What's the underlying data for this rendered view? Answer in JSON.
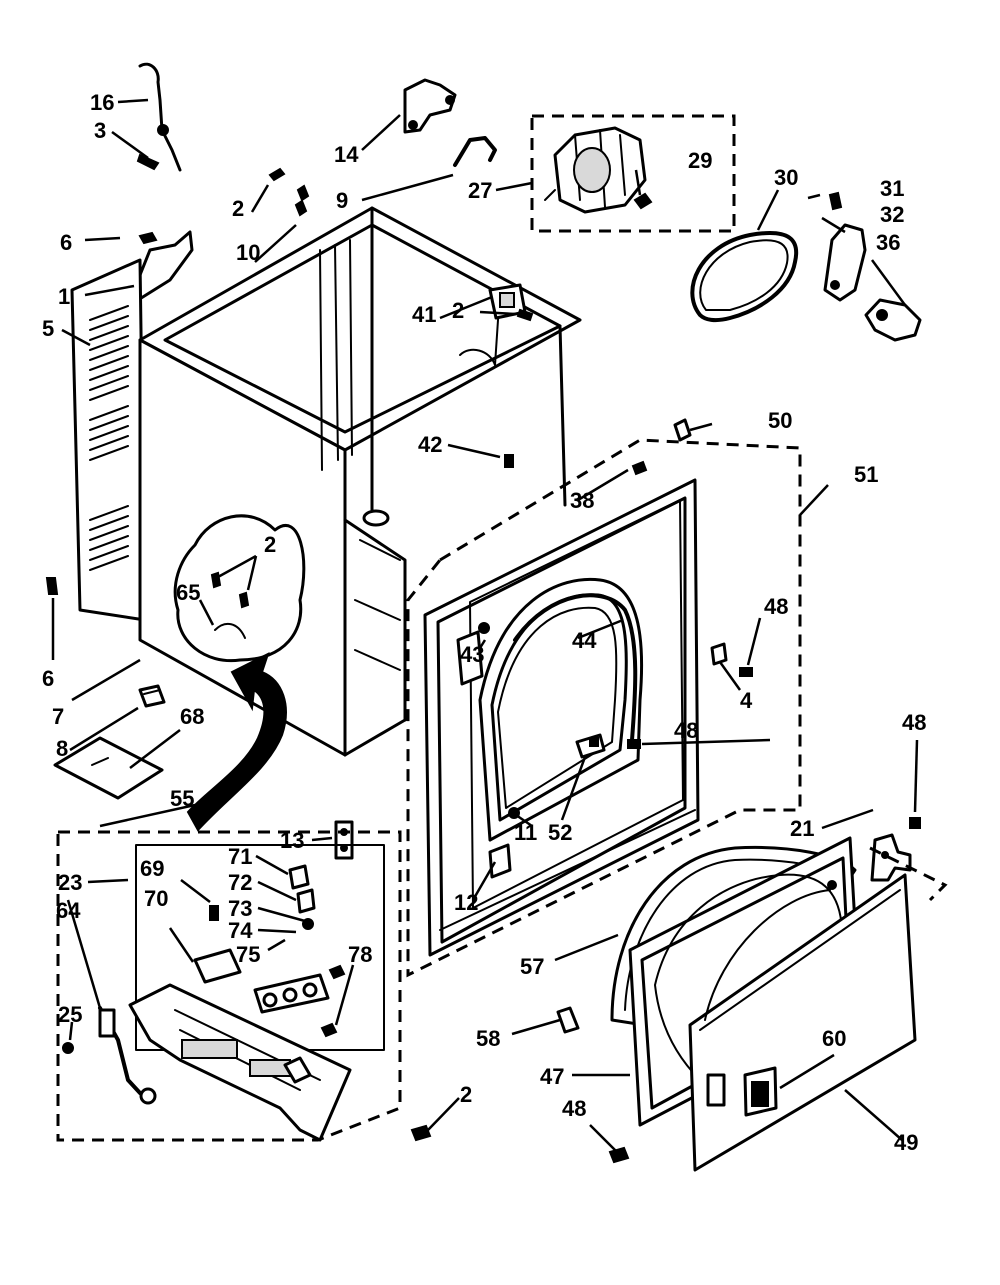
{
  "labels": {
    "l16": "16",
    "l3": "3",
    "l14": "14",
    "l27": "27",
    "l29": "29",
    "l30": "30",
    "l31": "31",
    "l32": "32",
    "l36": "36",
    "l2a": "2",
    "l9": "9",
    "l6a": "6",
    "l10": "10",
    "l1": "1",
    "l5": "5",
    "l2b": "2",
    "l41": "41",
    "l42": "42",
    "l50": "50",
    "l51": "51",
    "l38": "38",
    "l2c": "2",
    "l65": "65",
    "l43": "43",
    "l44": "44",
    "l48a": "48",
    "l6b": "6",
    "l7": "7",
    "l4": "4",
    "l48b": "48",
    "l8": "8",
    "l68": "68",
    "l48c": "48",
    "l55": "55",
    "l13": "13",
    "l52": "52",
    "l11": "11",
    "l21": "21",
    "l23": "23",
    "l69": "69",
    "l71": "71",
    "l72": "72",
    "l73": "73",
    "l70": "70",
    "l74": "74",
    "l75": "75",
    "l78": "78",
    "l64": "64",
    "l12": "12",
    "l57": "57",
    "l25": "25",
    "l58": "58",
    "l60": "60",
    "l47": "47",
    "l2d": "2",
    "l48d": "48",
    "l49": "49"
  }
}
